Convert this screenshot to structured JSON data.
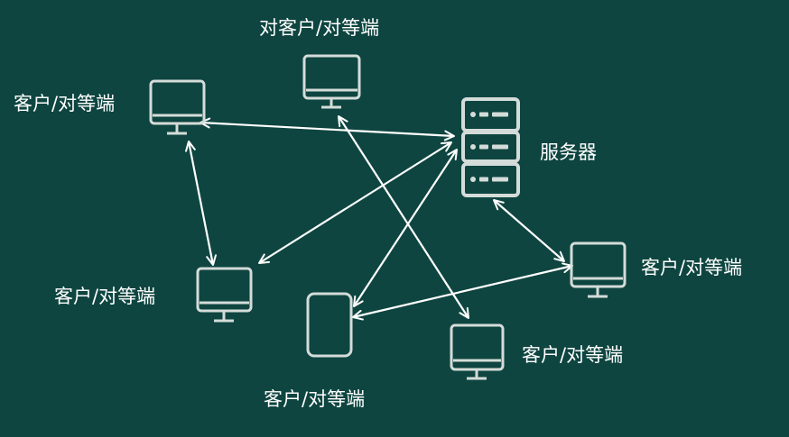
{
  "colors": {
    "background": "#0e4540",
    "icon": "#d4dcd9",
    "arrow": "#ffffff",
    "label": "#ffffff"
  },
  "nodes": {
    "server": {
      "label": "服务器",
      "icon": "server-icon"
    },
    "peer_top": {
      "label": "对客户/对等端",
      "icon": "monitor-icon"
    },
    "peer_left": {
      "label": "客户/对等端",
      "icon": "monitor-icon"
    },
    "peer_right": {
      "label": "客户/对等端",
      "icon": "monitor-icon"
    },
    "peer_midleft": {
      "label": "客户/对等端",
      "icon": "monitor-icon"
    },
    "peer_botright": {
      "label": "客户/对等端",
      "icon": "monitor-icon"
    },
    "peer_bottom": {
      "label": "客户/对等端",
      "icon": "phone-icon"
    }
  },
  "connections": [
    {
      "from": "peer_left",
      "to": "server",
      "direction": "both"
    },
    {
      "from": "peer_left",
      "to": "peer_midleft",
      "direction": "both"
    },
    {
      "from": "peer_midleft",
      "to": "server",
      "direction": "both"
    },
    {
      "from": "peer_top",
      "to": "peer_botright",
      "direction": "both"
    },
    {
      "from": "peer_bottom",
      "to": "server",
      "direction": "both"
    },
    {
      "from": "server",
      "to": "peer_right",
      "direction": "both"
    },
    {
      "from": "peer_bottom",
      "to": "peer_right",
      "direction": "both"
    }
  ]
}
